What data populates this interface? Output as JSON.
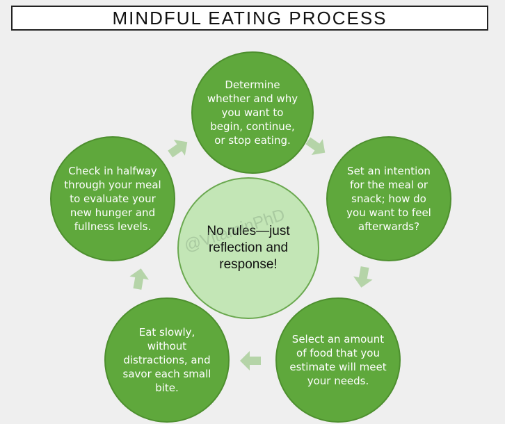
{
  "title": "MINDFUL EATING PROCESS",
  "center_text": "No rules—just reflection and response!",
  "watermark": "@VitaminPhD",
  "steps": [
    "Determine whether and why you want to begin, continue, or stop eating.",
    "Set an intention for the meal or snack; how do you want to feel afterwards?",
    "Select an amount of food that you estimate will meet your needs.",
    "Eat slowly, without distractions, and savor each small bite.",
    "Check in halfway through your meal to evaluate your new hunger and fullness levels."
  ],
  "colors": {
    "step_circle": "#5fa83c",
    "center_circle": "#c3e6b6",
    "arrow": "#b5d4a8",
    "background": "#efefef"
  },
  "arrow_icon": "block-arrow-icon"
}
